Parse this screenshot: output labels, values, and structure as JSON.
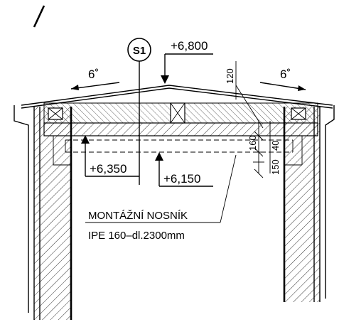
{
  "section_marker": {
    "label": "S1"
  },
  "elevations": {
    "top": "+6,800",
    "left_upper": "+6,350",
    "left_lower": "+6,150"
  },
  "slope": {
    "left": "6˚",
    "right": "6˚"
  },
  "dimensions": {
    "d120": "120",
    "d160": "160",
    "d40": "40",
    "d150": "150"
  },
  "note": {
    "line1": "MONTÁŽNÍ NOSNÍK",
    "line2": "IPE 160–dl.2300mm"
  }
}
